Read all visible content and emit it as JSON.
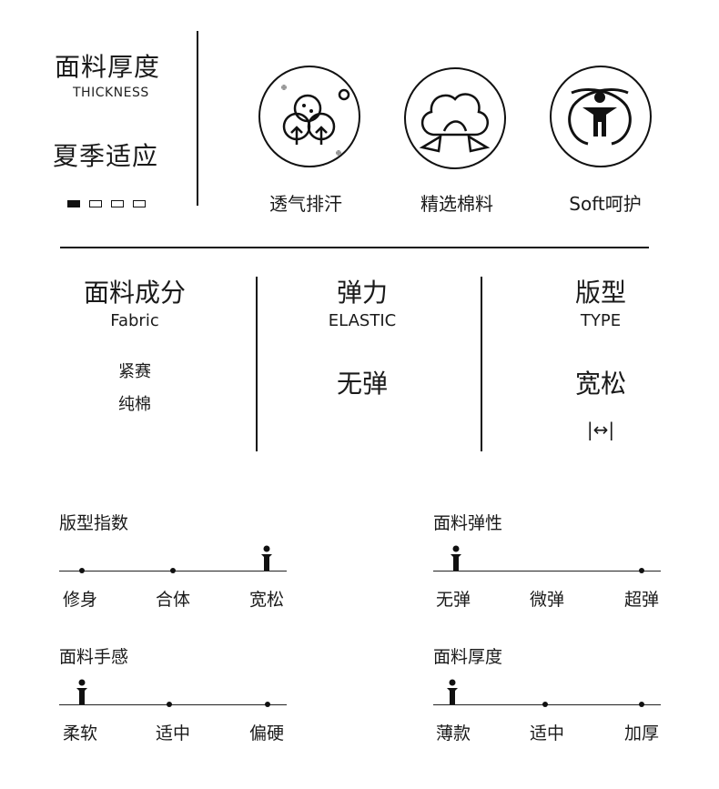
{
  "thickness": {
    "title": "面料厚度",
    "subtitle": "THICKNESS",
    "season": "夏季适应",
    "level": 1,
    "level_total": 4
  },
  "features": [
    {
      "icon": "breathable-trees-icon",
      "label": "透气排汗"
    },
    {
      "icon": "cotton-cloud-icon",
      "label": "精选棉料"
    },
    {
      "icon": "soft-person-icon",
      "label": "Soft呵护"
    }
  ],
  "fabric": {
    "title": "面料成分",
    "subtitle": "Fabric",
    "values": [
      "紧赛",
      "纯棉"
    ]
  },
  "elastic": {
    "title": "弹力",
    "subtitle": "ELASTIC",
    "value": "无弹"
  },
  "fit": {
    "title": "版型",
    "subtitle": "TYPE",
    "value": "宽松",
    "icon": "width-arrows-icon",
    "icon_glyph": "|↔|"
  },
  "scales": [
    {
      "title": "版型指数",
      "options": [
        "修身",
        "合体",
        "宽松"
      ],
      "selected": 2
    },
    {
      "title": "面料弹性",
      "options": [
        "无弹",
        "微弹",
        "超弹"
      ],
      "selected": 0
    },
    {
      "title": "面料手感",
      "options": [
        "柔软",
        "适中",
        "偏硬"
      ],
      "selected": 0
    },
    {
      "title": "面料厚度",
      "options": [
        "薄款",
        "适中",
        "加厚"
      ],
      "selected": 0
    }
  ]
}
